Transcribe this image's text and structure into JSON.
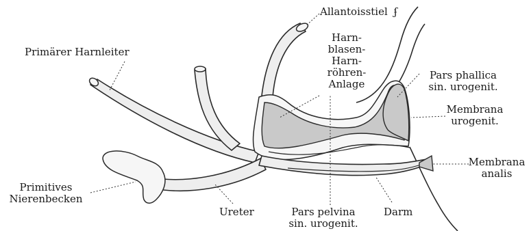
{
  "labels": {
    "allantoisstiel": "Allantoisstiel",
    "allantoisstiel_mark": "ʄ",
    "primaerer_harnleiter": "Primärer Harnleiter",
    "harnblasen_1": "Harn-",
    "harnblasen_2": "blasen-",
    "harnblasen_3": "Harn-",
    "harnblasen_4": "röhren-",
    "harnblasen_5": "Anlage",
    "pars_phallica_1": "Pars phallica",
    "pars_phallica_2": "sin. urogenit.",
    "membrana_urogenit_1": "Membrana",
    "membrana_urogenit_2": "urogenit.",
    "membrana_analis_1": "Membrana",
    "membrana_analis_2": "analis",
    "primitives_1": "Primitives",
    "primitives_2": "Nierenbecken",
    "ureter": "Ureter",
    "pars_pelvina_1": "Pars pelvina",
    "pars_pelvina_2": "sin. urogenit.",
    "darm": "Darm"
  },
  "colors": {
    "ink": "#2a2a2a",
    "shaded": "#c9c9c9",
    "tube_fill": "#eeeeee"
  }
}
